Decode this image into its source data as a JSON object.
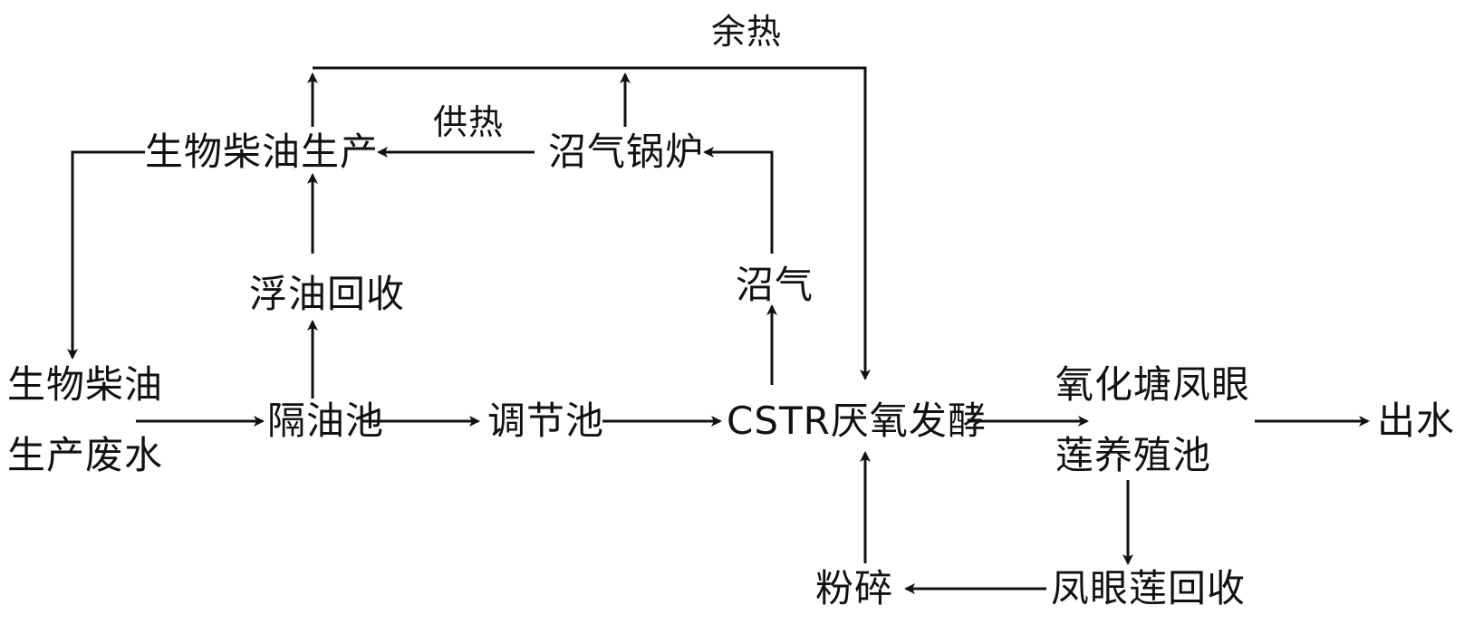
{
  "nodes": {
    "waste_water_line1": "生物柴油",
    "waste_water_line2": "生产废水",
    "oil_separator": "隔油池",
    "regulating_tank": "调节池",
    "cstr": "CSTR厌氧发酵",
    "oxidation_pond_line1": "氧化塘凤眼",
    "oxidation_pond_line2": "莲养殖池",
    "outflow": "出水",
    "oil_recovery": "浮油回收",
    "biodiesel_production": "生物柴油生产",
    "biogas": "沼气",
    "biogas_boiler": "沼气锅炉",
    "water_hyacinth_recovery": "凤眼莲回收",
    "crushing": "粉碎"
  },
  "edge_labels": {
    "waste_heat": "余热",
    "heat_supply": "供热"
  },
  "colors": {
    "ink": "#111111",
    "background": "#ffffff"
  }
}
